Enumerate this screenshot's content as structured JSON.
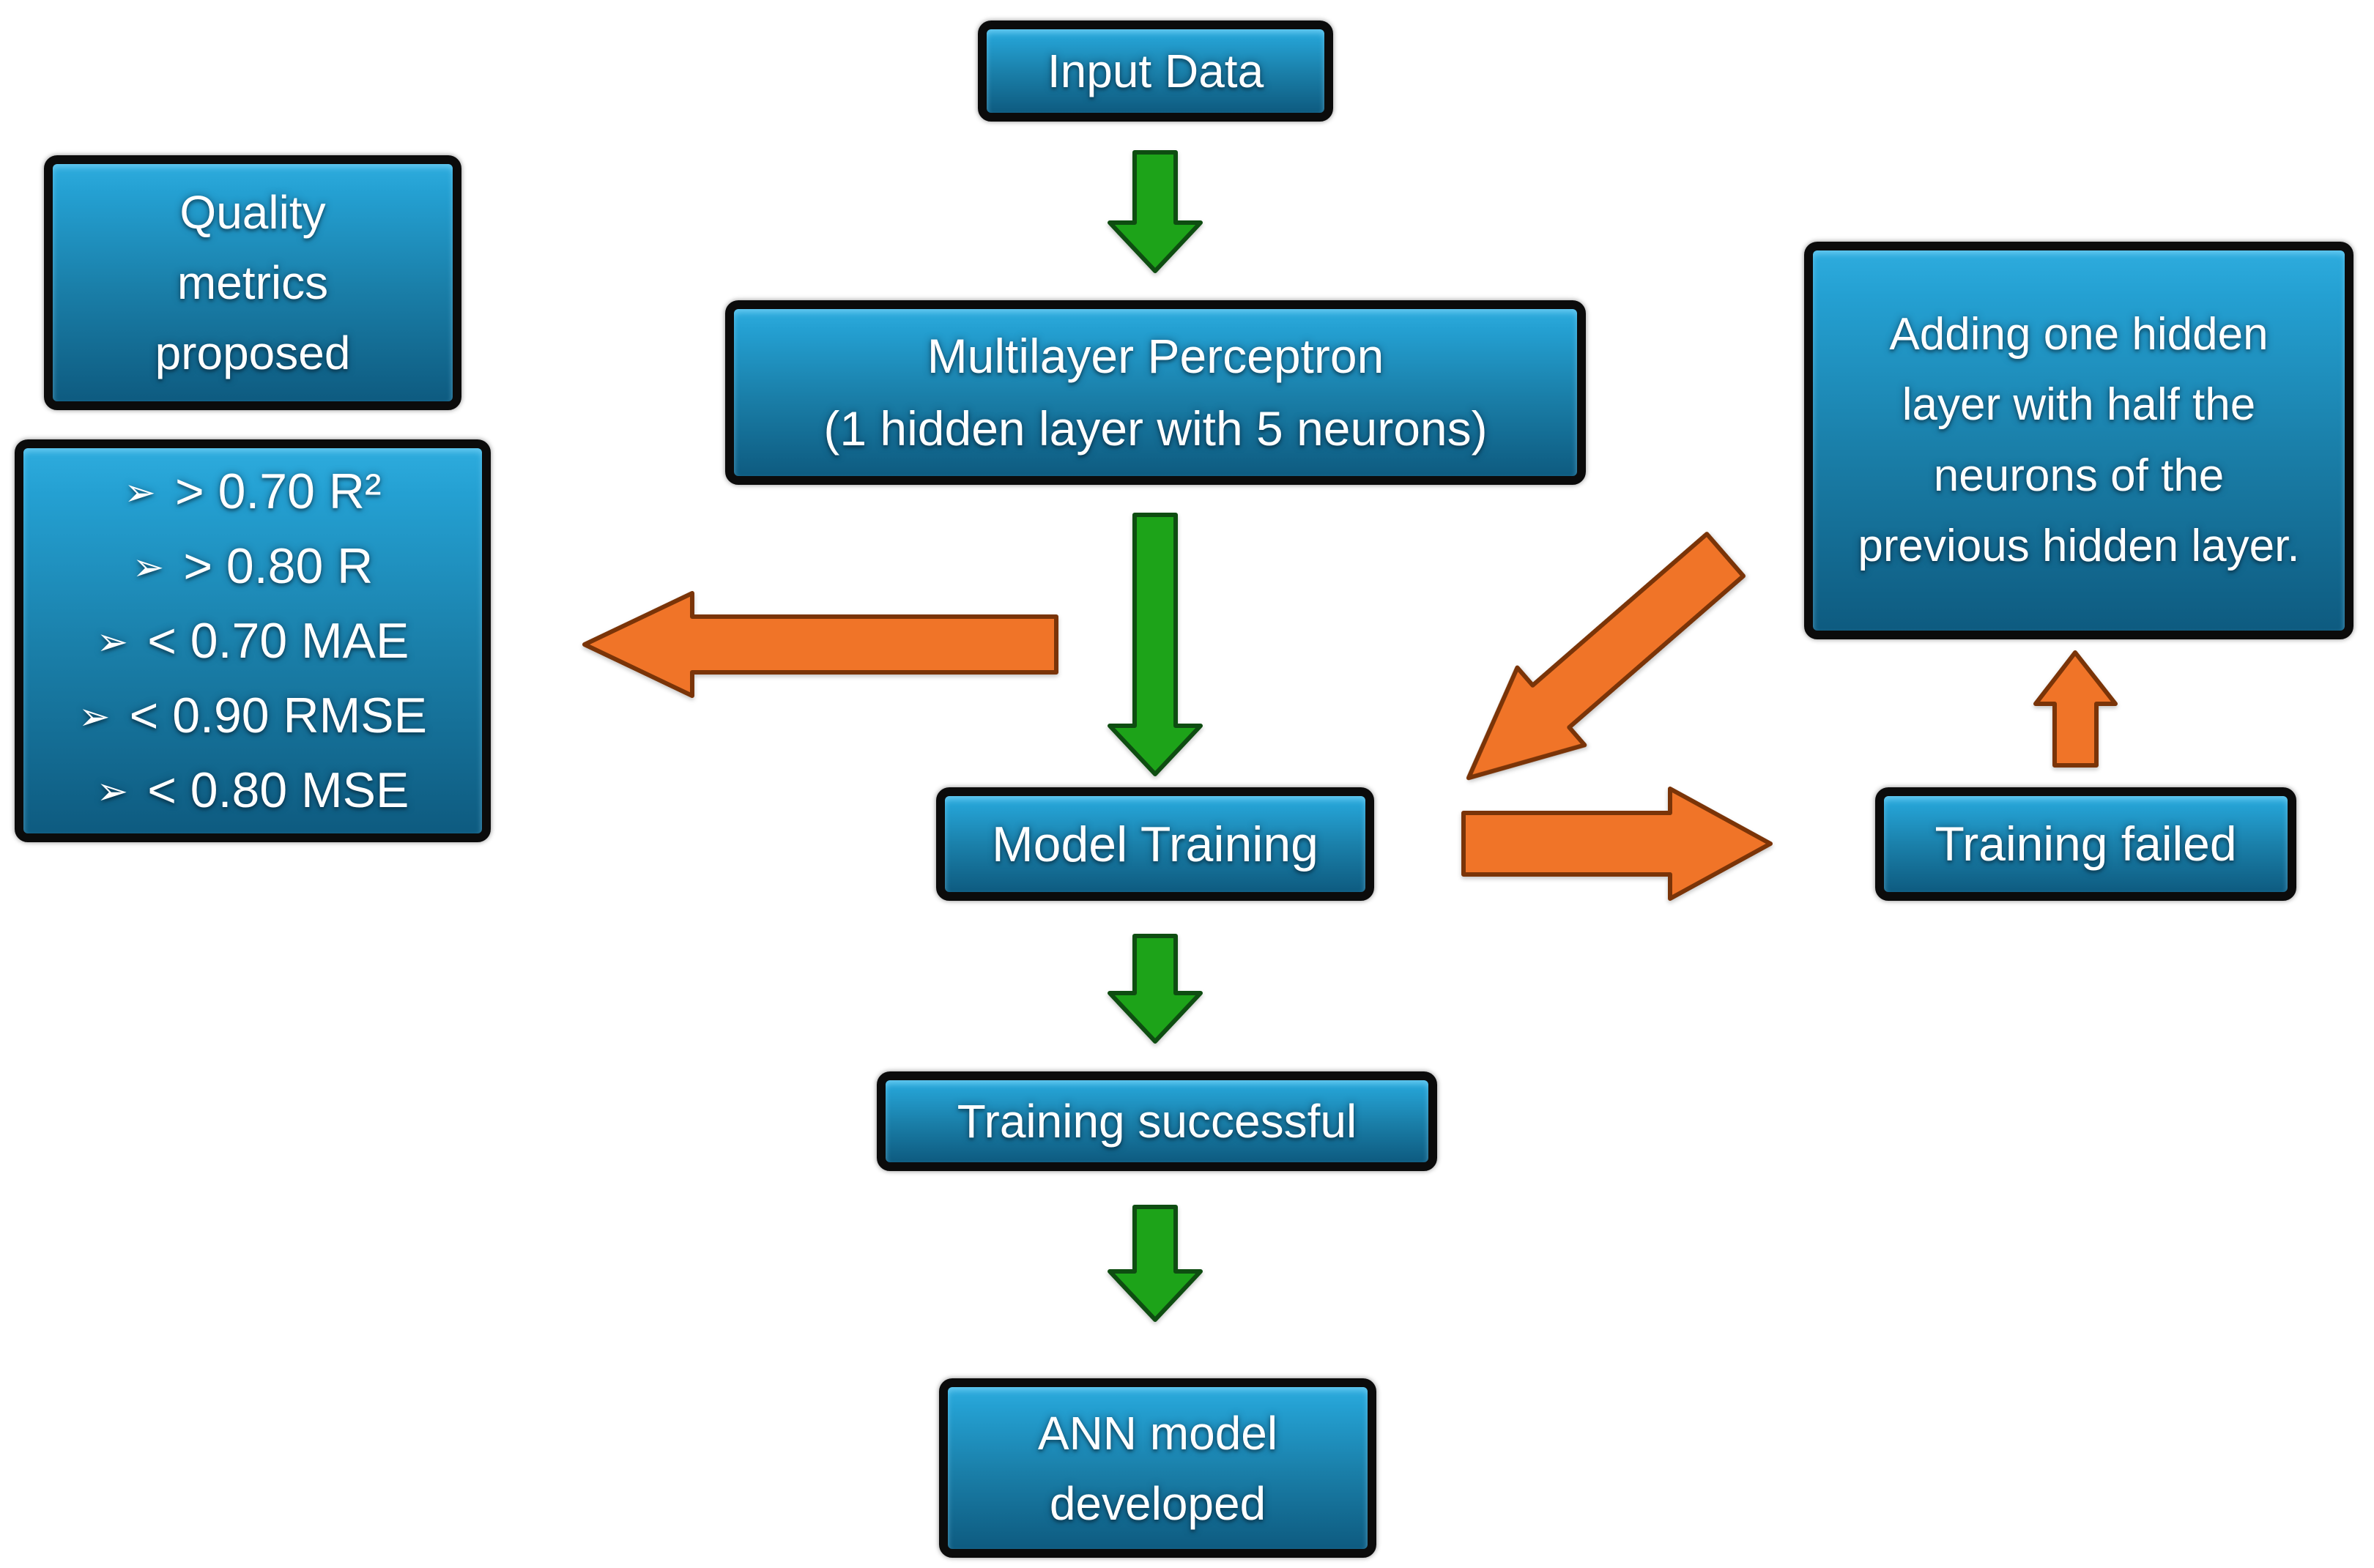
{
  "flowchart": {
    "nodes": {
      "input_data": {
        "label": "Input Data"
      },
      "quality_metrics": {
        "label": "Quality metrics proposed"
      },
      "quality_criteria": {
        "bullet": "➢",
        "items": [
          "> 0.70 R²",
          "> 0.80 R",
          "< 0.70 MAE",
          "< 0.90 RMSE",
          "< 0.80 MSE"
        ]
      },
      "mlp": {
        "label_line1": "Multilayer Perceptron",
        "label_line2": "(1 hidden layer with 5 neurons)"
      },
      "adding_hidden_layer": {
        "label": "Adding one hidden layer with half the neurons of the previous hidden layer."
      },
      "model_training": {
        "label": "Model Training"
      },
      "training_failed": {
        "label": "Training failed"
      },
      "training_successful": {
        "label": "Training successful"
      },
      "ann_model": {
        "label": "ANN model developed"
      }
    },
    "arrows": [
      {
        "from": "input_data",
        "to": "mlp",
        "color": "green",
        "direction": "down"
      },
      {
        "from": "mlp",
        "to": "model_training",
        "color": "green",
        "direction": "down"
      },
      {
        "from": "mlp",
        "to": "quality_criteria",
        "color": "orange",
        "direction": "left"
      },
      {
        "from": "adding_hidden_layer",
        "to": "model_training",
        "color": "orange",
        "direction": "down-left"
      },
      {
        "from": "model_training",
        "to": "training_failed",
        "color": "orange",
        "direction": "right"
      },
      {
        "from": "training_failed",
        "to": "adding_hidden_layer",
        "color": "orange",
        "direction": "up"
      },
      {
        "from": "model_training",
        "to": "training_successful",
        "color": "green",
        "direction": "down"
      },
      {
        "from": "training_successful",
        "to": "ann_model",
        "color": "green",
        "direction": "down"
      }
    ],
    "colors": {
      "background": "#FFFFFF",
      "node_gradient_top": "#2EACDE",
      "node_gradient_bottom": "#0E5B80",
      "node_border": "#0B0B0B",
      "node_text": "#FFFFFF",
      "arrow_green_fill": "#1DA319",
      "arrow_green_outline": "#0E4D11",
      "arrow_orange_fill": "#F07428",
      "arrow_orange_outline": "#7A3408"
    }
  }
}
